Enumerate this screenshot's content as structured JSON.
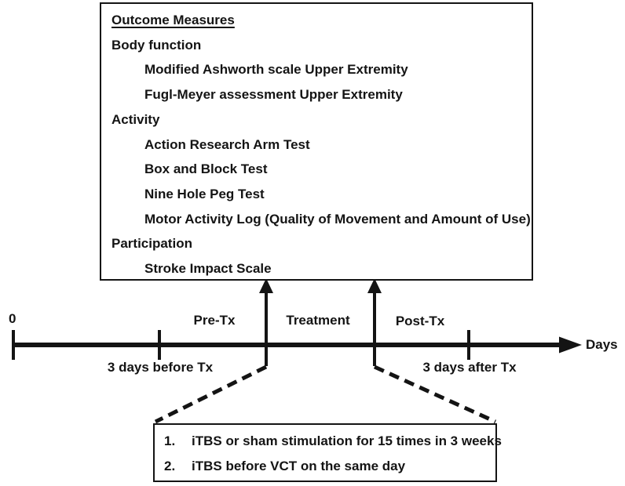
{
  "outcome_box": {
    "title": "Outcome Measures",
    "sections": [
      {
        "label": "Body function",
        "items": [
          "Modified Ashworth scale Upper Extremity",
          "Fugl-Meyer assessment Upper Extremity"
        ]
      },
      {
        "label": "Activity",
        "items": [
          "Action Research Arm Test",
          "Box and Block Test",
          "Nine Hole Peg Test",
          "Motor Activity Log (Quality of Movement and Amount of Use)"
        ]
      },
      {
        "label": "Participation",
        "items": [
          "Stroke Impact Scale"
        ]
      }
    ]
  },
  "timeline": {
    "origin_label": "0",
    "axis_label": "Days",
    "phases": [
      {
        "label": "Pre-Tx"
      },
      {
        "label": "Treatment"
      },
      {
        "label": "Post-Tx"
      }
    ],
    "tick_labels": {
      "before": "3 days before Tx",
      "after": "3 days after Tx"
    }
  },
  "treatment_box": {
    "items": [
      {
        "num": "1.",
        "text": "iTBS or sham stimulation for 15 times in 3 weeks"
      },
      {
        "num": "2.",
        "text": "iTBS before VCT on the same day"
      }
    ]
  },
  "colors": {
    "ink": "#141414",
    "background": "#ffffff"
  }
}
